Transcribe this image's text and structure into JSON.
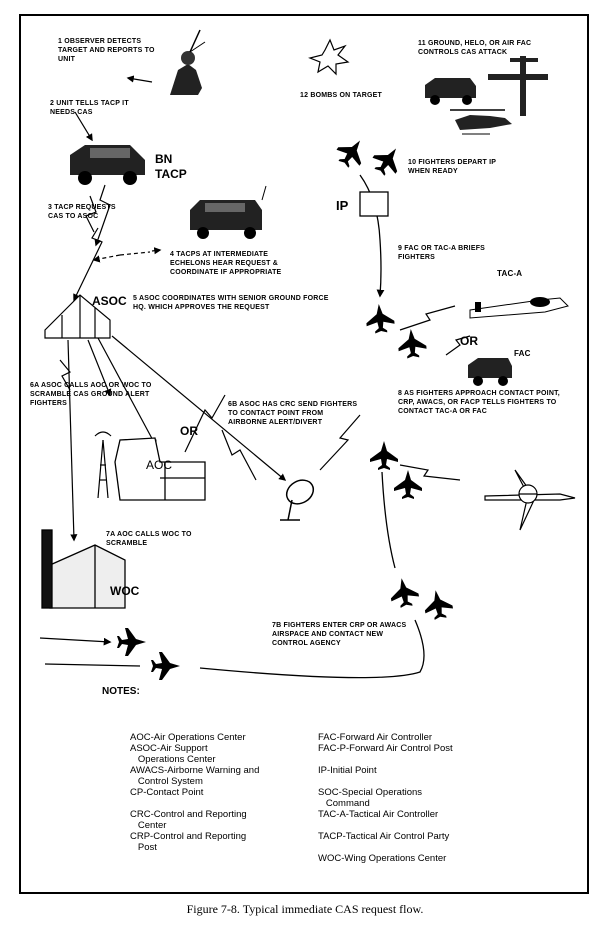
{
  "steps": {
    "s1": "1  OBSERVER DETECTS TARGET AND REPORTS TO UNIT",
    "s2": "2  UNIT TELLS TACP IT NEEDS CAS",
    "s3": "3  TACP REQUESTS CAS TO ASOC",
    "s4": "4  TACPs AT INTERMEDIATE ECHELONS HEAR REQUEST & COORDINATE IF APPROPRIATE",
    "s5": "5  ASOC COORDINATES WITH SENIOR GROUND FORCE HQ. WHICH APPROVES THE REQUEST",
    "s6a": "6a  ASOC CALLS AOC or WOC TO SCRAMBLE CAS GROUND ALERT FIGHTERS",
    "s6b": "6b  ASOC HAS CRC SEND FIGHTERS TO CONTACT POINT FROM AIRBORNE ALERT/DIVERT",
    "s7a": "7a  AOC CALLS WOC TO SCRAMBLE",
    "s7b": "7b  FIGHTERS ENTER CRP OR AWACS AIRSPACE AND CONTACT NEW CONTROL AGENCY",
    "s8": "8  AS FIGHTERS APPROACH CONTACT POINT, CRP, AWACS, OR FACP TELLS FIGHTERS TO CONTACT TAC-A OR FAC",
    "s9": "9  FAC OR TAC-A BRIEFS FIGHTERS",
    "s10": "10  FIGHTERS DEPART IP WHEN READY",
    "s11": "11  GROUND, HELO, OR AIR FAC CONTROLS CAS ATTACK",
    "s12": "12  BOMBS ON TARGET"
  },
  "labels": {
    "bn": "BN",
    "tacp": "TACP",
    "asoc": "ASOC",
    "aoc": "AOC",
    "woc": "WOC",
    "ip": "IP",
    "tac_a": "TAC-A",
    "fac": "FAC",
    "or1": "OR",
    "or2": "OR"
  },
  "notes": {
    "title": "NOTES:",
    "left": [
      "AOC-Air Operations Center",
      "ASOC-Air Support",
      "   Operations Center",
      "AWACS-Airborne Warning and",
      "   Control System",
      "CP-Contact Point",
      "",
      "CRC-Control and Reporting",
      "   Center",
      "CRP-Control and Reporting",
      "   Post"
    ],
    "right": [
      "FAC-Forward Air Controller",
      "FAC-P-Forward Air Control Post",
      "",
      "IP-Initial Point",
      "",
      "SOC-Special Operations",
      "   Command",
      "TAC-A-Tactical Air Controller",
      "",
      "TACP-Tactical Air Control Party",
      "",
      "WOC-Wing Operations Center"
    ]
  },
  "caption": "Figure 7-8.  Typical immediate CAS request flow."
}
